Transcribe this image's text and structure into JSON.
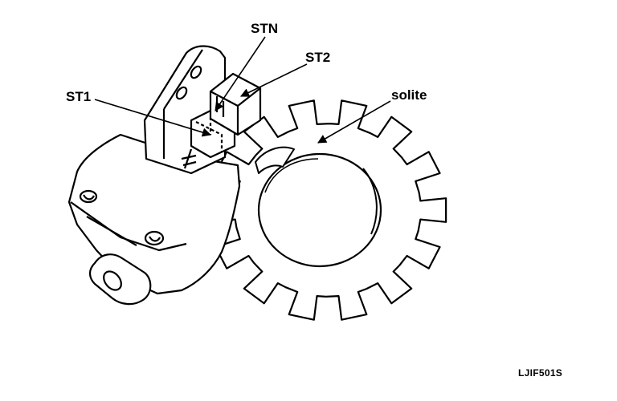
{
  "labels": {
    "stn": "STN",
    "st2": "ST2",
    "st1": "ST1",
    "solite": "solite",
    "figure_code": "LJIF501S"
  },
  "colors": {
    "stroke": "#000000",
    "background": "#ffffff"
  }
}
